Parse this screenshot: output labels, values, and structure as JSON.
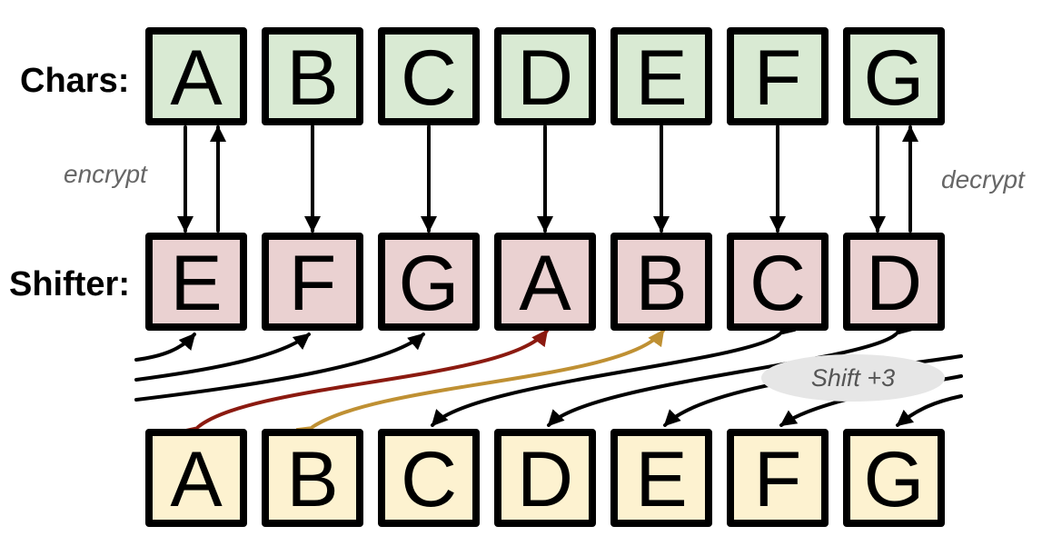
{
  "labels": {
    "chars": "Chars:",
    "shifter": "Shifter:",
    "encrypt": "encrypt",
    "decrypt": "decrypt",
    "shift": "Shift +3"
  },
  "rows": {
    "chars": [
      "A",
      "B",
      "C",
      "D",
      "E",
      "F",
      "G"
    ],
    "shifter": [
      "E",
      "F",
      "G",
      "A",
      "B",
      "C",
      "D"
    ],
    "base": [
      "A",
      "B",
      "C",
      "D",
      "E",
      "F",
      "G"
    ]
  },
  "colors": {
    "chars_fill": "#d9ead3",
    "shifter_fill": "#ead1d1",
    "base_fill": "#fdf2d0",
    "box_border": "#000000",
    "arrow_default": "#000000",
    "arrow_highlight_a": "#8b1a10",
    "arrow_highlight_b": "#bf9033",
    "shift_badge_fill": "#e6e6e6",
    "side_label_color": "#666666"
  }
}
